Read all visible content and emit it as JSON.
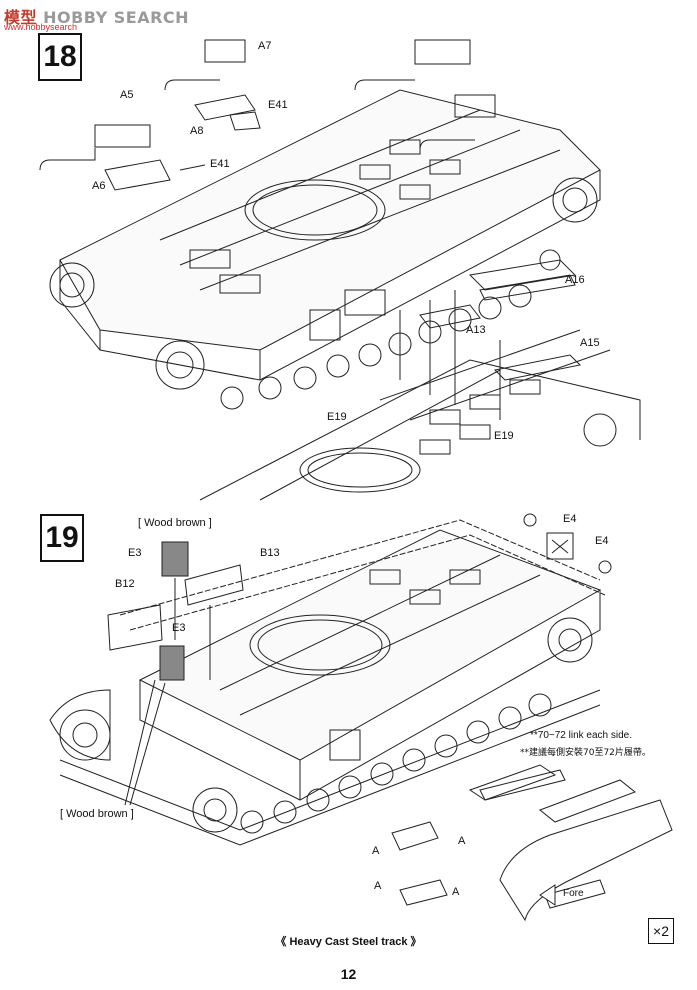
{
  "watermark": {
    "cn": "模型",
    "brand": "HOBBY SEARCH",
    "site": "www.hobbysearch"
  },
  "step18": {
    "number": "18",
    "labels": {
      "a7": "A7",
      "a5": "A5",
      "e41_top": "E41",
      "a8": "A8",
      "e41_mid": "E41",
      "a6": "A6",
      "a16": "A16",
      "a13": "A13",
      "a15": "A15",
      "e19_left": "E19",
      "e19_right": "E19"
    }
  },
  "step19": {
    "number": "19",
    "labels": {
      "wood_brown_top": "[ Wood brown ]",
      "e3_top": "E3",
      "b13": "B13",
      "b12": "B12",
      "e3_mid": "E3",
      "e4_top": "E4",
      "e4_right": "E4",
      "wood_brown_bottom": "[ Wood brown ]",
      "a_top_left": "A",
      "a_top_right": "A",
      "a_bottom_left": "A",
      "a_bottom_right": "A",
      "fore": "Fore"
    },
    "notes": {
      "en": "**70~72 link each side.",
      "zh": "**建議每側安裝70至72片履帶。"
    }
  },
  "footer": {
    "track_label": "《 Heavy Cast Steel track 》",
    "multiplier": "×2",
    "page_number": "12"
  }
}
